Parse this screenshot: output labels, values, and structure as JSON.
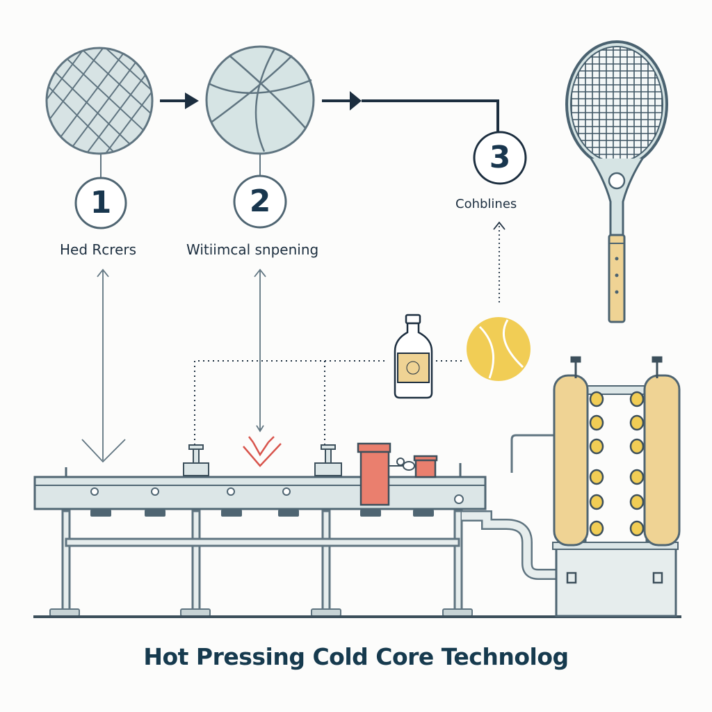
{
  "title": "Hot Pressing Cold Core Technolog",
  "steps": [
    {
      "number": "1",
      "label": "Hed Rcrers"
    },
    {
      "number": "2",
      "label": "Witiimcal snpening"
    },
    {
      "number": "3",
      "label": "Cohblines"
    }
  ],
  "colors": {
    "ink": "#1c2e3f",
    "steel": "#5d7682",
    "fill_blue": "#d6e4e4",
    "ball_yellow": "#f1cd55",
    "cup_red": "#ea7f6e",
    "roller_tan": "#efd394",
    "marker_red": "#d8544c"
  },
  "icons": [
    "mesh-disc-icon",
    "ball-sphere-icon",
    "tennis-racket-icon",
    "bottle-icon",
    "tennis-ball-icon",
    "conveyor-machine",
    "roller-press-machine"
  ]
}
